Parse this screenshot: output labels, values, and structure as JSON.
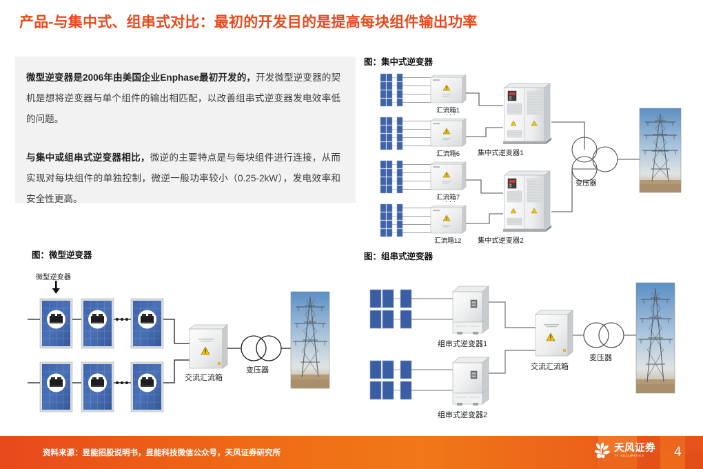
{
  "slide": {
    "title": "产品-与集中式、组串式对比：最初的开发目的是提高每块组件输出功率",
    "page_number": "4",
    "accent_color": "#E8491B",
    "panel_bg": "#f2f2f2"
  },
  "body": {
    "paragraph1_bold": "微型逆变器是2006年由美国企业Enphase最初开发的，",
    "paragraph1_rest": "开发微型逆变器的契机是想将逆变器与单个组件的输出相匹配，以改善组串式逆变器发电效率低的问题。",
    "paragraph2_bold": "与集中或组串式逆变器相比，",
    "paragraph2_rest": "微逆的主要特点是与每块组件进行连接，从而实现对每块组件的单独控制，微逆一般功率较小（0.25-2kW），发电效率和安全性更高。"
  },
  "figures": {
    "central": {
      "caption": "图：集中式逆变器",
      "labels": {
        "combiner1": "汇流箱1",
        "combiner6": "汇流箱6",
        "combiner7": "汇流箱7",
        "combiner12": "汇流箱12",
        "ellipsis1": "· · ·",
        "ellipsis2": "· · ·",
        "inverter1": "集中式逆变器1",
        "inverter2": "集中式逆变器2",
        "transformer": "变压器"
      }
    },
    "micro": {
      "caption": "图：微型逆变器",
      "labels": {
        "micro_inverter": "微型逆变器",
        "ellipsis1": "···",
        "ellipsis2": "···",
        "ac_combiner": "交流汇流箱",
        "transformer": "变压器"
      }
    },
    "string": {
      "caption": "图：组串式逆变器",
      "labels": {
        "inverter1": "组串式逆变器1",
        "inverter2": "组串式逆变器2",
        "ac_combiner": "交流汇流箱",
        "transformer": "变压器"
      }
    }
  },
  "footer": {
    "source": "资料来源：昱能招股说明书，昱能科技微信公众号，天风证券研究所",
    "logo_cn": "天风证券",
    "logo_en": "TF SECURITIES",
    "page_number": "4"
  }
}
